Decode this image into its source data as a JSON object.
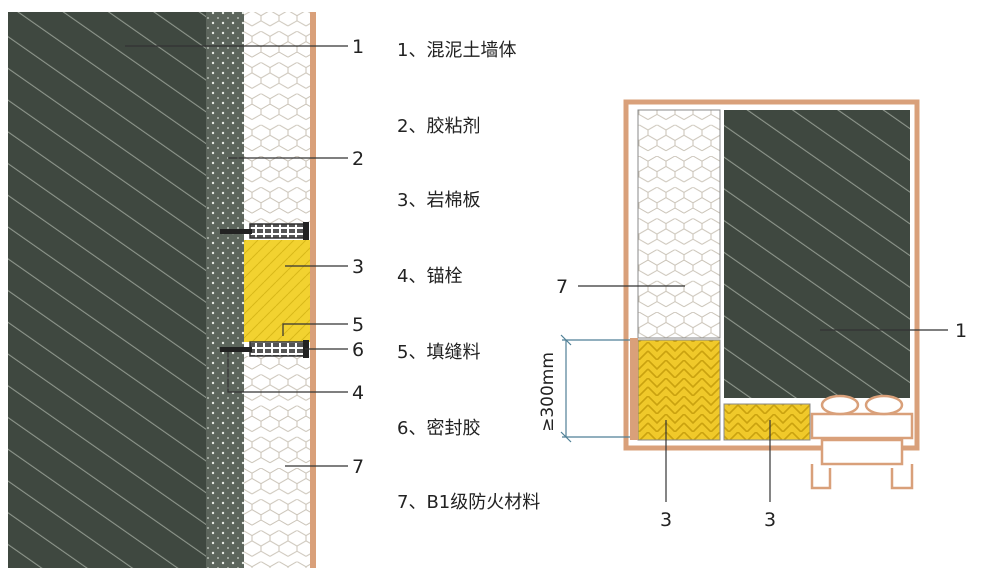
{
  "legend": {
    "items": [
      "1、混泥土墙体",
      "2、胶粘剂",
      "3、岩棉板",
      "4、锚栓",
      "5、填缝料",
      "6、密封胶",
      "7、B1级防火材料"
    ]
  },
  "left_section": {
    "callouts": [
      "1",
      "2",
      "3",
      "5",
      "6",
      "4",
      "7"
    ]
  },
  "right_section": {
    "callouts": [
      "7",
      "1",
      "3",
      "3"
    ],
    "dimension": "≥300mm"
  },
  "colors": {
    "concrete": "#3f4840",
    "adhesive": "#5a635b",
    "rock_wool": "#f2d230",
    "fire_material": "#ffffff",
    "render_edge": "#d9a07a",
    "leader": "#333333"
  }
}
